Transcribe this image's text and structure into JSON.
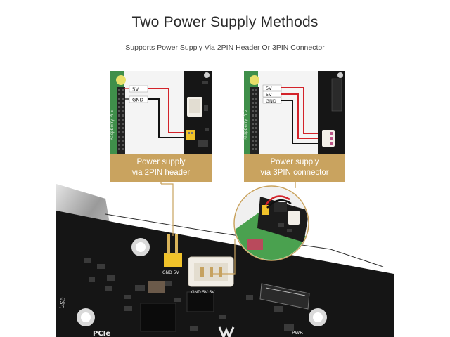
{
  "header": {
    "title": "Two Power Supply Methods",
    "subtitle": "Supports Power Supply Via 2PIN Header Or 3PIN Connector"
  },
  "panel_left": {
    "pin_5v": "5V",
    "pin_gnd": "GND",
    "board_label": "Raspberry Pi 5",
    "caption_line1": "Power supply",
    "caption_line2": "via 2PIN header"
  },
  "panel_right": {
    "pin_5v_a": "5V",
    "pin_5v_b": "5V",
    "pin_gnd": "GND",
    "board_label": "Raspberry Pi 5",
    "caption_line1": "Power supply",
    "caption_line2": "via 3PIN connector"
  },
  "board": {
    "header_label": "GND 5V",
    "connector_label": "GND 5V 5V",
    "usb_label": "USB",
    "pcie_label": "PCIe",
    "pwr_label": "PWR"
  },
  "colors": {
    "accent": "#c9a35f",
    "pcb": "#151515",
    "wire_red": "#d3232a",
    "wire_black": "#1a1a1a"
  }
}
